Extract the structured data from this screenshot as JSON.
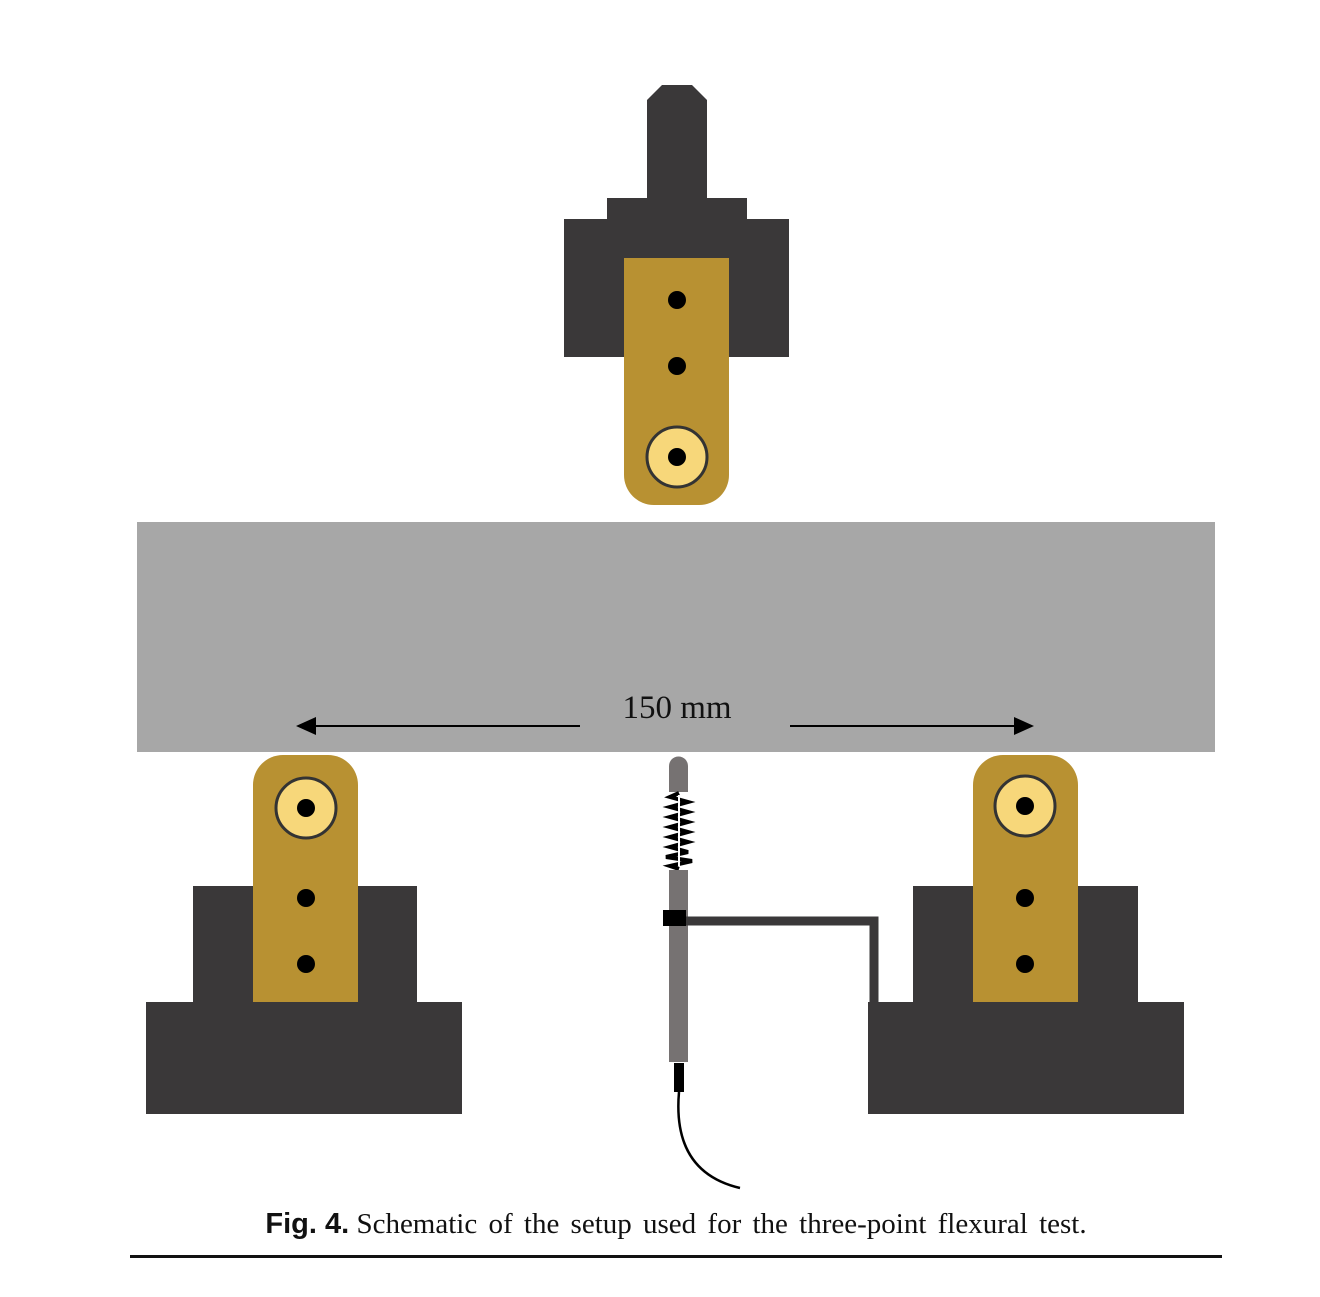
{
  "figure": {
    "dimension_label": "150 mm",
    "caption_label": "Fig. 4.",
    "caption_text": "Schematic of the setup used for the three-point flexural test."
  },
  "colors": {
    "fixture_dark": "#3a3839",
    "plate_gold": "#b89132",
    "roller_yellow": "#f7d77a",
    "beam_gray": "#a7a7a7",
    "lvdt_gray": "#767272"
  }
}
